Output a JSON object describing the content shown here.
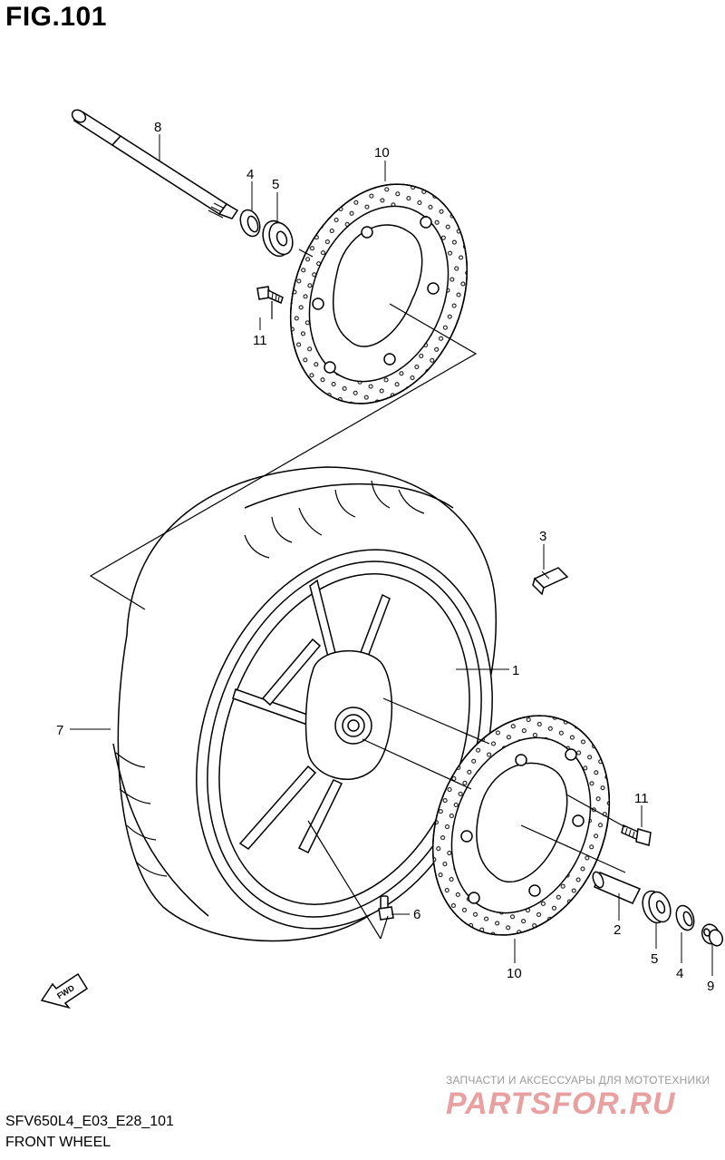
{
  "figure": {
    "title": "FIG.101",
    "model_code": "SFV650L4_E03_E28_101",
    "section_name": "FRONT WHEEL",
    "direction_marker": "FWD"
  },
  "callouts": [
    {
      "id": "callout-8",
      "label": "8"
    },
    {
      "id": "callout-4-top",
      "label": "4"
    },
    {
      "id": "callout-5-top",
      "label": "5"
    },
    {
      "id": "callout-10-top",
      "label": "10"
    },
    {
      "id": "callout-11-top",
      "label": "11"
    },
    {
      "id": "callout-3",
      "label": "3"
    },
    {
      "id": "callout-1",
      "label": "1"
    },
    {
      "id": "callout-7",
      "label": "7"
    },
    {
      "id": "callout-11-bottom",
      "label": "11"
    },
    {
      "id": "callout-6",
      "label": "6"
    },
    {
      "id": "callout-2",
      "label": "2"
    },
    {
      "id": "callout-10-bottom",
      "label": "10"
    },
    {
      "id": "callout-5-bottom",
      "label": "5"
    },
    {
      "id": "callout-4-bottom",
      "label": "4"
    },
    {
      "id": "callout-9",
      "label": "9"
    }
  ],
  "watermark": {
    "tagline": "ЗАПЧАСТИ И АКСЕССУАРЫ ДЛЯ МОТОТЕХНИКИ",
    "brand": "PARTSFOR.RU"
  }
}
